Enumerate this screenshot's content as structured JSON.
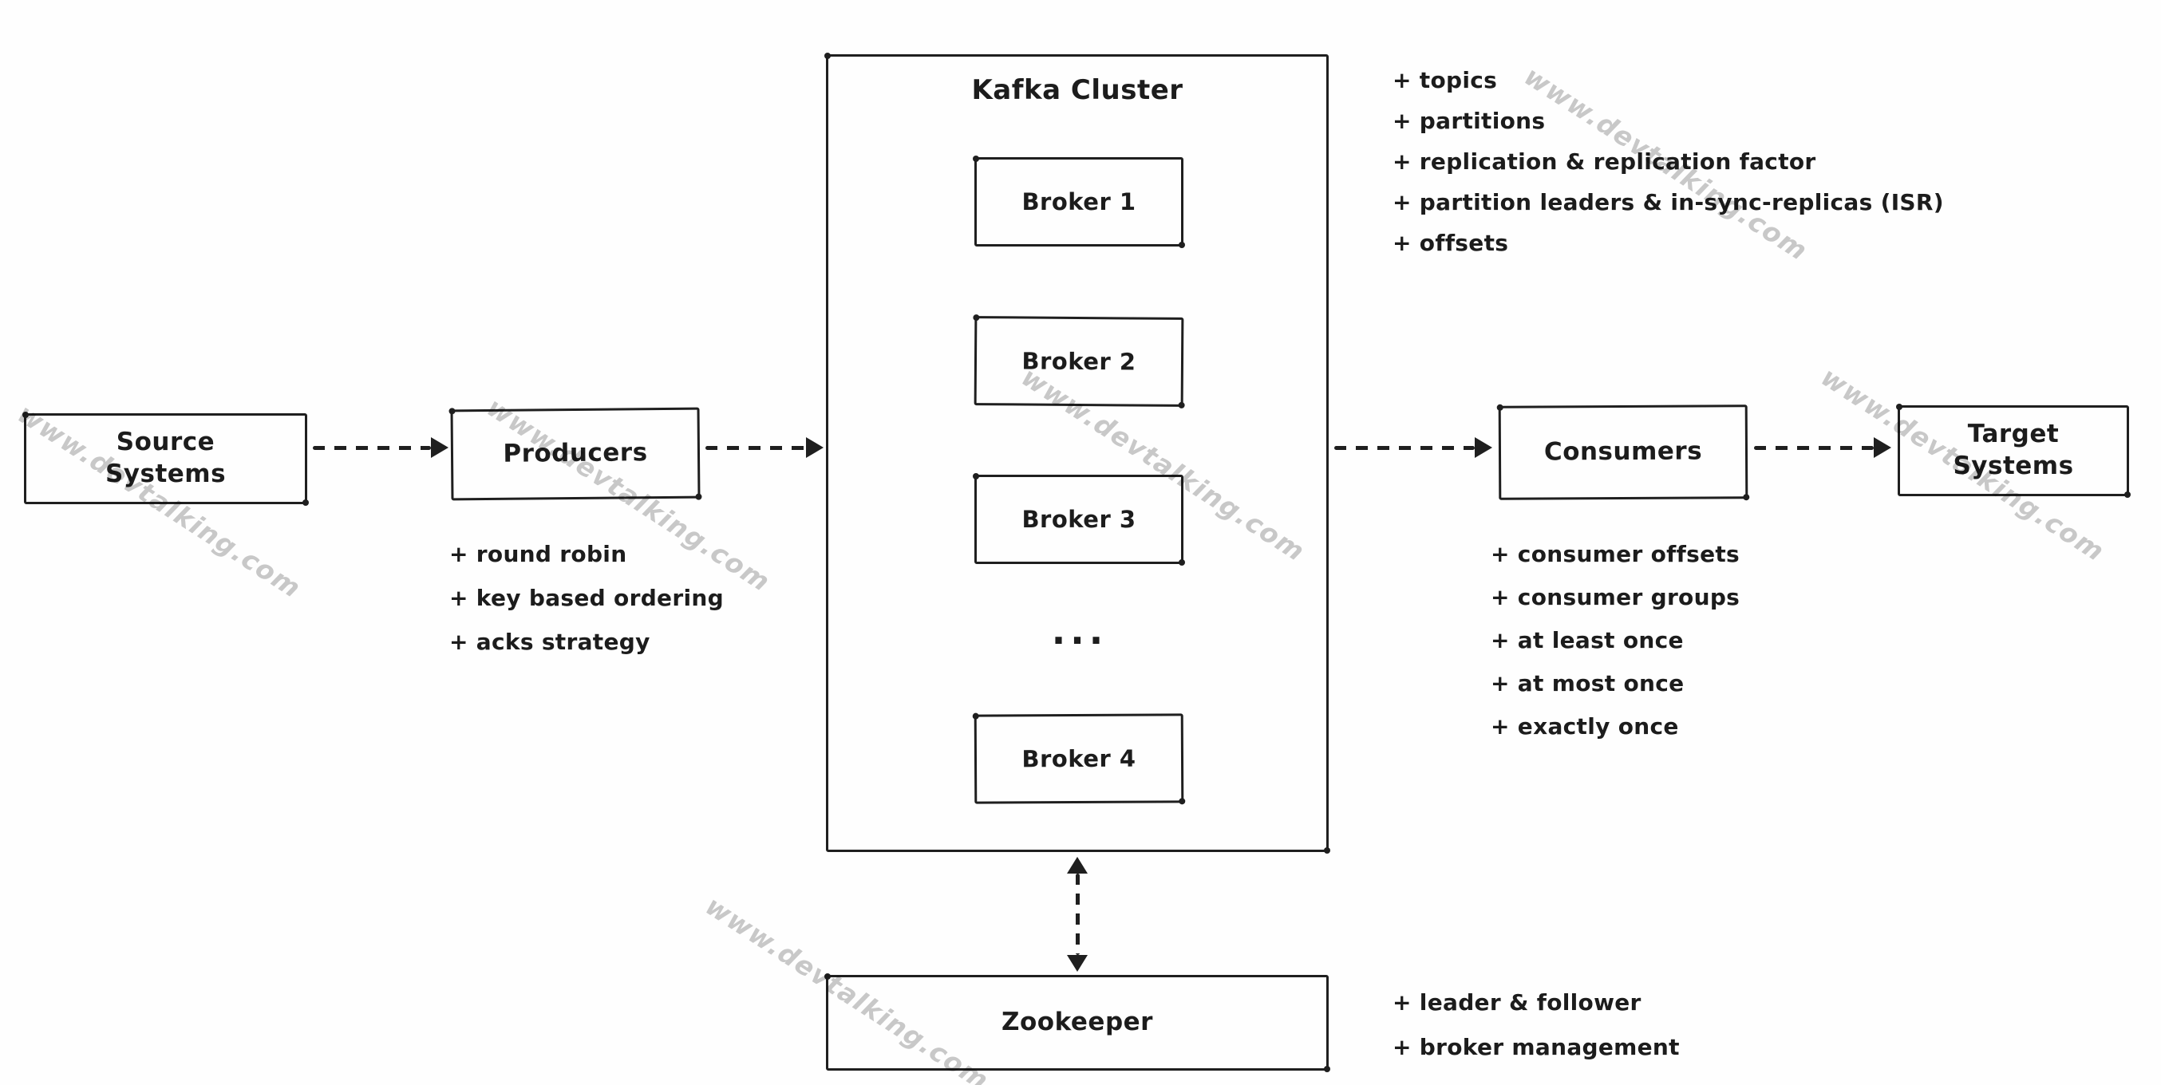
{
  "watermark": {
    "text": "www.devtalking.com"
  },
  "nodes": {
    "source_systems": {
      "line1": "Source",
      "line2": "Systems"
    },
    "producers": {
      "label": "Producers"
    },
    "kafka_cluster": {
      "title": "Kafka Cluster"
    },
    "brokers": [
      "Broker 1",
      "Broker 2",
      "Broker 3",
      "Broker 4"
    ],
    "broker_ellipsis": "...",
    "consumers": {
      "label": "Consumers"
    },
    "target_systems": {
      "line1": "Target",
      "line2": "Systems"
    },
    "zookeeper": {
      "label": "Zookeeper"
    }
  },
  "notes": {
    "kafka": [
      "+ topics",
      "+ partitions",
      "+ replication & replication factor",
      "+ partition leaders & in-sync-replicas (ISR)",
      "+ offsets"
    ],
    "producers": [
      "+ round robin",
      "+ key based ordering",
      "+ acks strategy"
    ],
    "consumers": [
      "+ consumer offsets",
      "+ consumer groups",
      "+ at least once",
      "+ at most once",
      "+ exactly once"
    ],
    "zookeeper": [
      "+ leader & follower",
      "+ broker management"
    ]
  },
  "colors": {
    "ink": "#1f1f1f",
    "watermark": "#c9c9c9",
    "background": "#fefefe"
  }
}
